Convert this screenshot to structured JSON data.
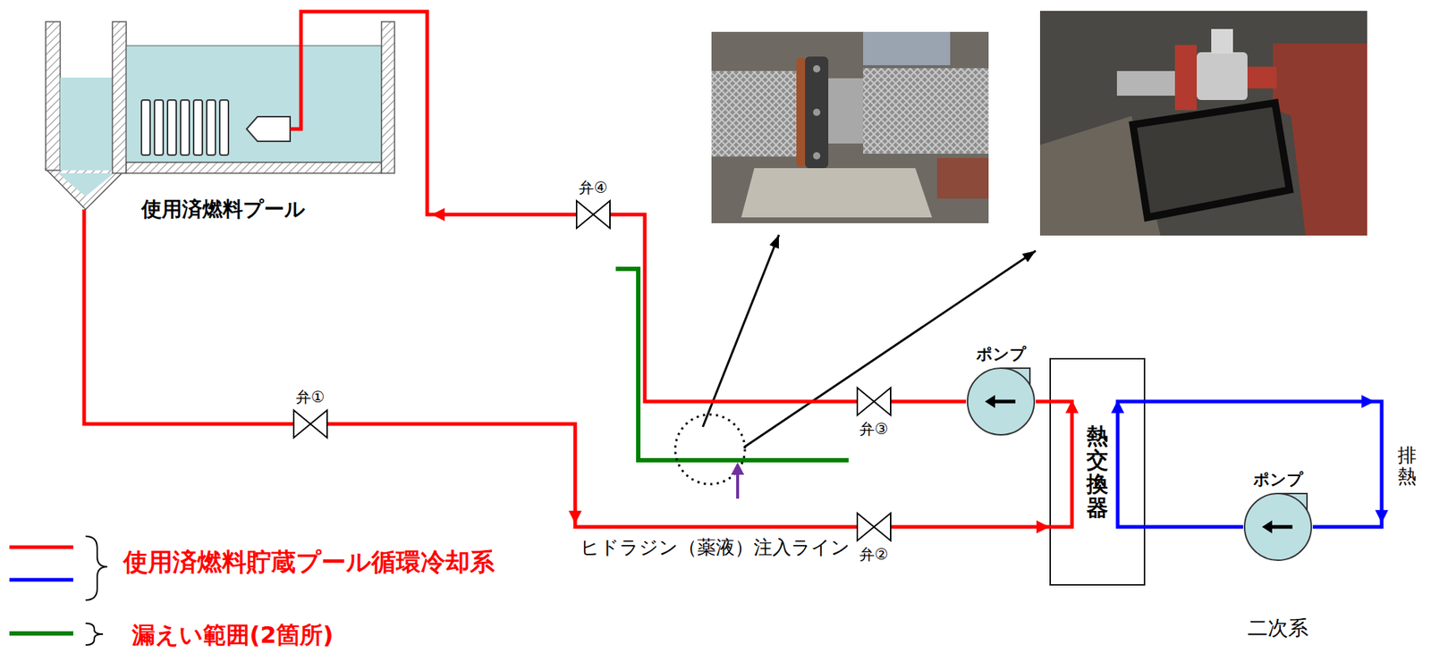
{
  "diagram": {
    "nodes": [
      {
        "text": [
          "使用済燃料プール"
        ]
      },
      {
        "text": [
          "弁④"
        ]
      },
      {
        "text": [
          "弁①"
        ]
      },
      {
        "text": [
          "弁③"
        ]
      },
      {
        "text": [
          "ポンプ"
        ]
      },
      {
        "text": [
          "熱交換器"
        ]
      },
      {
        "text": [
          "弁②"
        ]
      },
      {
        "text": [
          "ポンプ"
        ]
      }
    ],
    "edges": [
      {
        "from": 0,
        "to": 2,
        "arrow": "none"
      },
      {
        "from": 2,
        "to": 6,
        "arrow": "to"
      },
      {
        "from": 6,
        "to": 5,
        "arrow": "to"
      },
      {
        "from": 5,
        "to": 4,
        "arrow": "none"
      },
      {
        "from": 4,
        "to": 3,
        "arrow": "none"
      },
      {
        "from": 3,
        "to": 1,
        "arrow": "none"
      },
      {
        "from": 1,
        "to": 0,
        "arrow": "to"
      },
      {
        "from": 5,
        "to": 7,
        "arrow": "to"
      },
      {
        "from": 7,
        "to": 5,
        "arrow": "none"
      }
    ],
    "labels": [
      "ヒドラジン（薬液）注入ライン",
      "排熱",
      "二次系"
    ],
    "legend": [
      {
        "text": "使用済燃料貯蔵プール循環冷却系"
      },
      {
        "text": "漏えい範囲(2箇所)"
      }
    ]
  }
}
